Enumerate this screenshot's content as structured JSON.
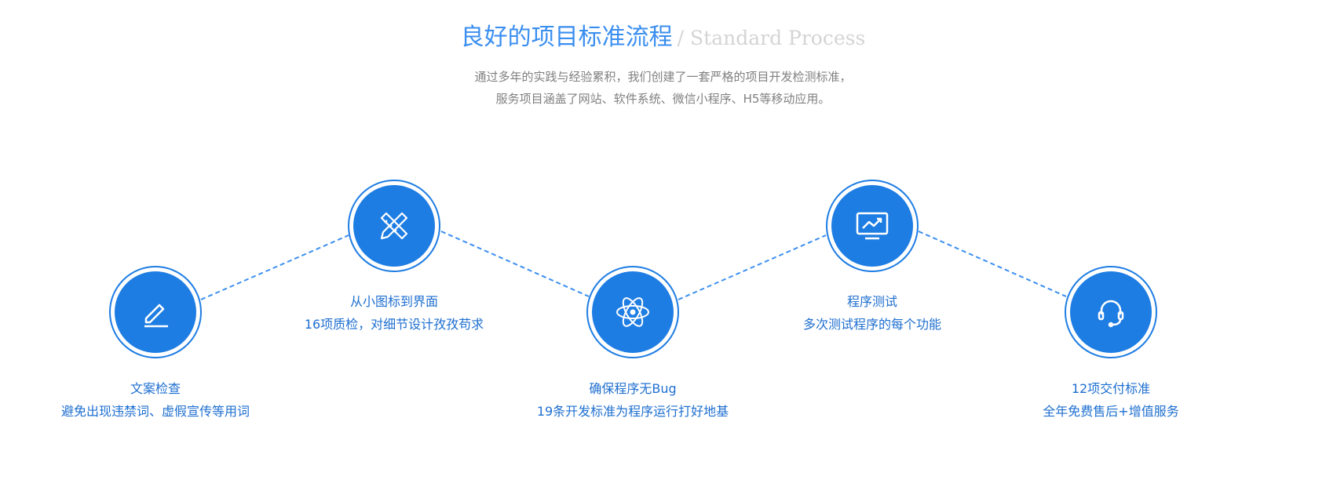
{
  "header": {
    "title": "良好的项目标准流程",
    "subtitle": "/ Standard Process",
    "desc_line1": "通过多年的实践与经验累积，我们创建了一套严格的项目开发检测标准，",
    "desc_line2": "服务项目涵盖了网站、软件系统、微信小程序、H5等移动应用。"
  },
  "steps": [
    {
      "icon": "pencil-icon",
      "title": "文案检查",
      "sub": "避免出现违禁词、虚假宣传等用词"
    },
    {
      "icon": "ruler-pencil-icon",
      "title": "从小图标到界面",
      "sub": "16项质检，对细节设计孜孜苟求"
    },
    {
      "icon": "atom-icon",
      "title": "确保程序无Bug",
      "sub": "19条开发标准为程序运行打好地基"
    },
    {
      "icon": "monitor-chart-icon",
      "title": "程序测试",
      "sub": "多次测试程序的每个功能"
    },
    {
      "icon": "headset-icon",
      "title": "12项交付标准",
      "sub": "全年免费售后+增值服务"
    }
  ],
  "colors": {
    "accent": "#1e7de3",
    "line": "#3a8ef0"
  }
}
